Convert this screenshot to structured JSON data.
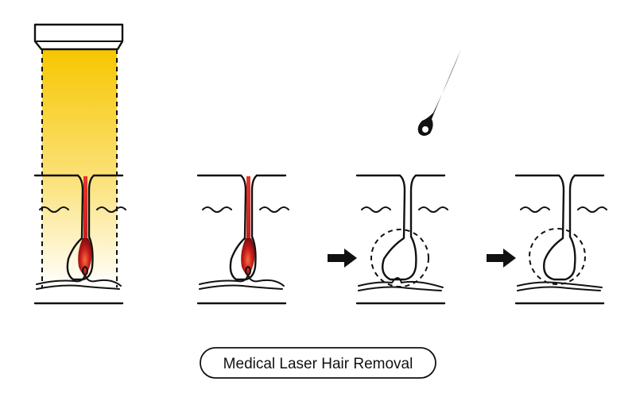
{
  "caption": {
    "text": "Medical Laser Hair Removal"
  },
  "colors": {
    "ink": "#111111",
    "laser_yellow": "#f7c600",
    "hair_red": "#e8352b",
    "bulb_dark_red": "#8b1010",
    "background": "#ffffff"
  },
  "stages": [
    {
      "name": "laser-application",
      "icon": "laser-device-icon"
    },
    {
      "name": "follicle-heated",
      "icon": "heated-follicle-icon"
    },
    {
      "name": "hair-removed",
      "icon": "hair-ejected-icon"
    },
    {
      "name": "follicle-destroyed",
      "icon": "empty-follicle-icon"
    }
  ]
}
